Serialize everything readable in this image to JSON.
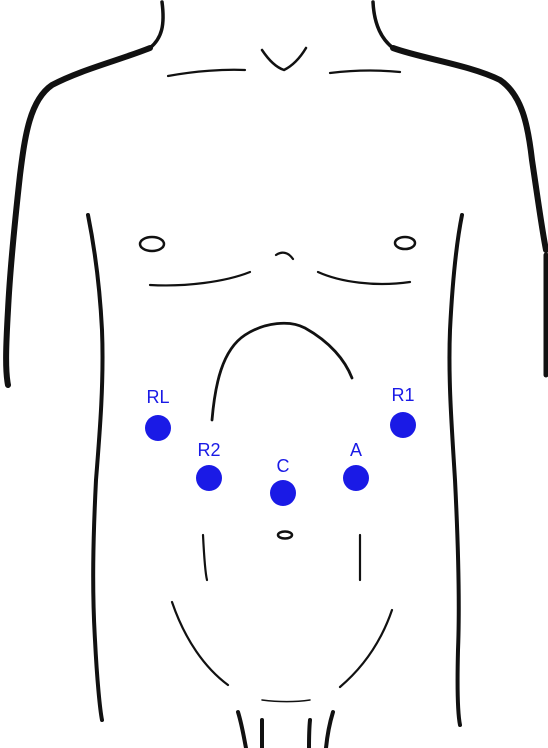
{
  "colors": {
    "electrode": "#1a1ae6",
    "outline": "#111111",
    "background": "#ffffff"
  },
  "electrodes": [
    {
      "id": "RL",
      "label": "RL"
    },
    {
      "id": "R1",
      "label": "R1"
    },
    {
      "id": "R2",
      "label": "R2"
    },
    {
      "id": "C",
      "label": "C"
    },
    {
      "id": "A",
      "label": "A"
    }
  ]
}
